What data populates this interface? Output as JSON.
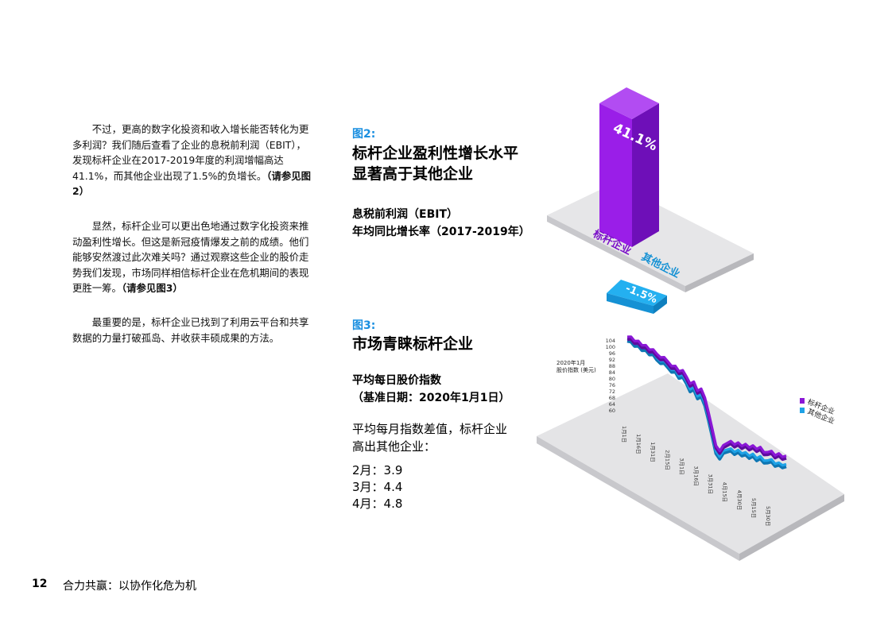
{
  "body": {
    "para1": "不过，更高的数字化投资和收入增长能否转化为更多利润？我们随后查看了企业的息税前利润（EBIT），发现标杆企业在2017-2019年度的利润增幅高达41.1%，而其他企业出现了1.5%的负增长。",
    "para1_ref": "（请参见图2）",
    "para2": "显然，标杆企业可以更出色地通过数字化投资来推动盈利性增长。但这是新冠疫情爆发之前的成绩。他们能够安然渡过此次难关吗？通过观察这些企业的股价走势我们发现，市场同样相信标杆企业在危机期间的表现更胜一筹。",
    "para2_ref": "（请参见图3）",
    "para3": "最重要的是，标杆企业已找到了利用云平台和共享数据的力量打破孤岛、并收获丰硕成果的方法。"
  },
  "fig2": {
    "label": "图2:",
    "title_line1": "标杆企业盈利性增长水平",
    "title_line2": "显著高于其他企业",
    "subtitle_line1": "息税前利润（EBIT）",
    "subtitle_line2": "年均同比增长率（2017-2019年）"
  },
  "fig3": {
    "label": "图3:",
    "title": "市场青睐标杆企业",
    "subtitle_line1": "平均每日股价指数",
    "subtitle_line2": "（基准日期：2020年1月1日）",
    "note_line1": "平均每月指数差值，标杆企业",
    "note_line2": "高出其他企业：",
    "months": [
      "2月：3.9",
      "3月：4.4",
      "4月：4.8"
    ]
  },
  "footer": {
    "page_number": "12",
    "title": "合力共赢：以协作化危为机"
  },
  "colors": {
    "leader": "#8a17d6",
    "others": "#1ea2e6",
    "figure_label": "#1a8fe0",
    "platform": "#e4e4e6"
  },
  "chart_data": [
    {
      "type": "bar",
      "categories": [
        "标杆企业",
        "其他企业"
      ],
      "values": [
        41.1,
        -1.5
      ],
      "value_labels": [
        "41.1%",
        "-1.5%"
      ]
    },
    {
      "type": "line",
      "y_axis_title_line1": "2020年1月",
      "y_axis_title_line2": "股价指数 (美元)",
      "ylim": [
        60,
        104
      ],
      "y_ticks": [
        104,
        100,
        96,
        92,
        88,
        84,
        80,
        76,
        72,
        68,
        64,
        60
      ],
      "x_ticks": [
        "1月1日",
        "1月16日",
        "1月31日",
        "2月15日",
        "3月1日",
        "3月16日",
        "3月31日",
        "4月15日",
        "4月30日",
        "5月15日",
        "5月30日"
      ],
      "series": [
        {
          "name": "标杆企业",
          "values": [
            101,
            102,
            100.5,
            101.5,
            100,
            101,
            99.5,
            100.5,
            99,
            98,
            99,
            97.5,
            96,
            97,
            95,
            96.5,
            94,
            91,
            93,
            89,
            91,
            87,
            80,
            72,
            64,
            62,
            66,
            68,
            70,
            69,
            71,
            70,
            72,
            71,
            73,
            72,
            74,
            72,
            73,
            74.5,
            73,
            75,
            74,
            75.5
          ]
        },
        {
          "name": "其他企业",
          "values": [
            100,
            100.5,
            99,
            100,
            98.5,
            99.5,
            98,
            99,
            97,
            96,
            97,
            95.5,
            94,
            95,
            92.5,
            94,
            91.5,
            88,
            90,
            86,
            88,
            84,
            77,
            69,
            61,
            59,
            63,
            64.5,
            66,
            65,
            67,
            66,
            67.5,
            66.5,
            68.5,
            67,
            69,
            67.5,
            68.5,
            70,
            68.5,
            70,
            69.5,
            71
          ]
        }
      ]
    }
  ]
}
